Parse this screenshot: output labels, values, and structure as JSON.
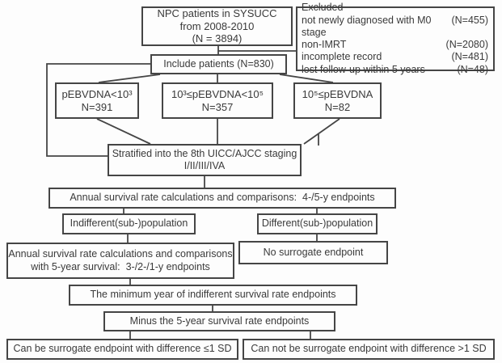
{
  "figure": {
    "background": "#fdfdfd",
    "line_color": "#454545"
  },
  "nodes": {
    "npc": {
      "line1": "NPC patients in SYSUCC",
      "line2": "from 2008-2010",
      "line3": "(N = 3894)"
    },
    "excluded": {
      "title": "Excluded",
      "items": [
        {
          "label": "not newly diagnosed with M0 stage",
          "count": "(N=455)"
        },
        {
          "label": "non-IMRT",
          "count": "(N=2080)"
        },
        {
          "label": "incomplete record",
          "count": "(N=481)"
        },
        {
          "label": "lost follow-up within 5 years",
          "count": "(N=48)"
        }
      ]
    },
    "include": {
      "text": "Include patients (N=830)"
    },
    "ebv_low": {
      "line1": "pEBVDNA<10³",
      "line2": "N=391"
    },
    "ebv_mid": {
      "line1": "10³≤pEBVDNA<10⁵",
      "line2": "N=357"
    },
    "ebv_high": {
      "line1": "10⁵≤pEBVDNA",
      "line2": "N=82"
    },
    "stratified": {
      "line1": "Stratified into the 8th UICC/AJCC staging",
      "line2": "I/II/III/IVA"
    },
    "annual_45": {
      "text": "Annual survival rate calculations and comparisons:  4-/5-y endpoints"
    },
    "indifferent": {
      "text": "Indifferent(sub-)population"
    },
    "different": {
      "text": "Different(sub-)population"
    },
    "annual_321": {
      "line1": "Annual survival rate calculations and comparisons",
      "line2": "with 5-year survival:  3-/2-/1-y endpoints"
    },
    "no_surrogate": {
      "text": "No surrogate endpoint"
    },
    "min_year": {
      "text": "The minimum year of indifferent survival rate endpoints"
    },
    "minus": {
      "text": "Minus the 5-year survival rate endpoints"
    },
    "can_be": {
      "text": "Can be surrogate endpoint with difference ≤1 SD"
    },
    "cannot_be": {
      "text": "Can not be surrogate endpoint with difference >1 SD"
    }
  }
}
